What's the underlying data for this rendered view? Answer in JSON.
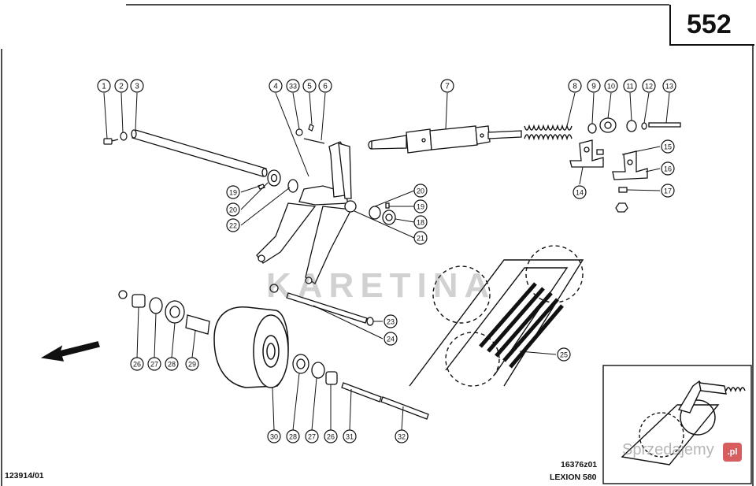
{
  "page": {
    "number": "552"
  },
  "footer": {
    "doc_id_left": "123914/01",
    "drawing_id": "16376z01",
    "model": "LEXION 580"
  },
  "watermarks": {
    "center": "KARETINA",
    "corner": "Sprzedajemy",
    "corner_suffix": ".pl"
  },
  "callouts": [
    "1",
    "2",
    "3",
    "4",
    "33",
    "5",
    "6",
    "7",
    "8",
    "9",
    "10",
    "11",
    "12",
    "13",
    "15",
    "16",
    "14",
    "17",
    "19",
    "20",
    "22",
    "20",
    "19",
    "18",
    "21",
    "23",
    "24",
    "25",
    "26",
    "27",
    "28",
    "29",
    "30",
    "28",
    "27",
    "26",
    "31",
    "32"
  ]
}
